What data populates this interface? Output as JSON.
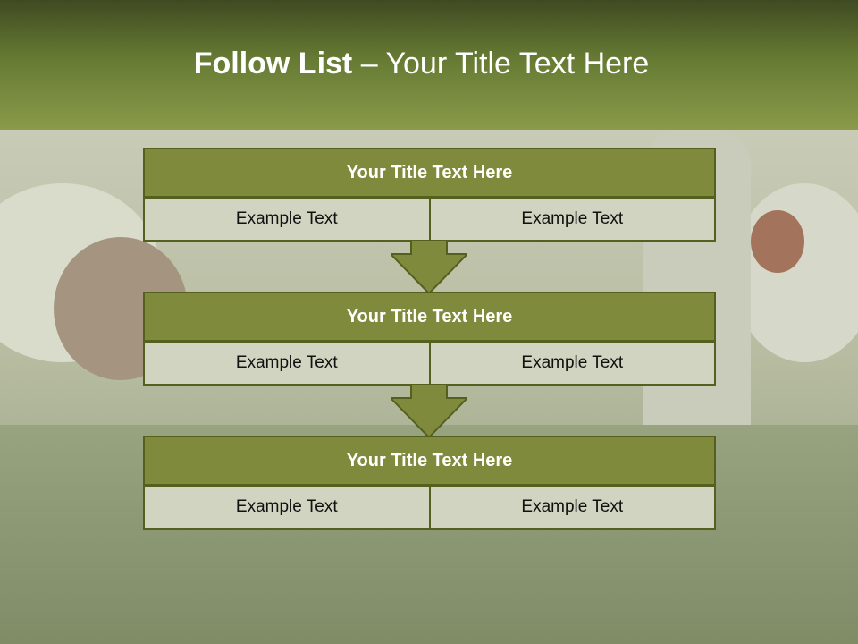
{
  "header": {
    "title_bold": "Follow List",
    "title_rest": " – Your Title Text Here"
  },
  "blocks": [
    {
      "title": "Your Title Text Here",
      "left": "Example Text",
      "right": "Example Text"
    },
    {
      "title": "Your Title Text Here",
      "left": "Example Text",
      "right": "Example Text"
    },
    {
      "title": "Your Title Text Here",
      "left": "Example Text",
      "right": "Example Text"
    }
  ],
  "colors": {
    "accent": "#7f8a3c",
    "border": "#55601f",
    "cell_bg": "#d0d4c0"
  }
}
